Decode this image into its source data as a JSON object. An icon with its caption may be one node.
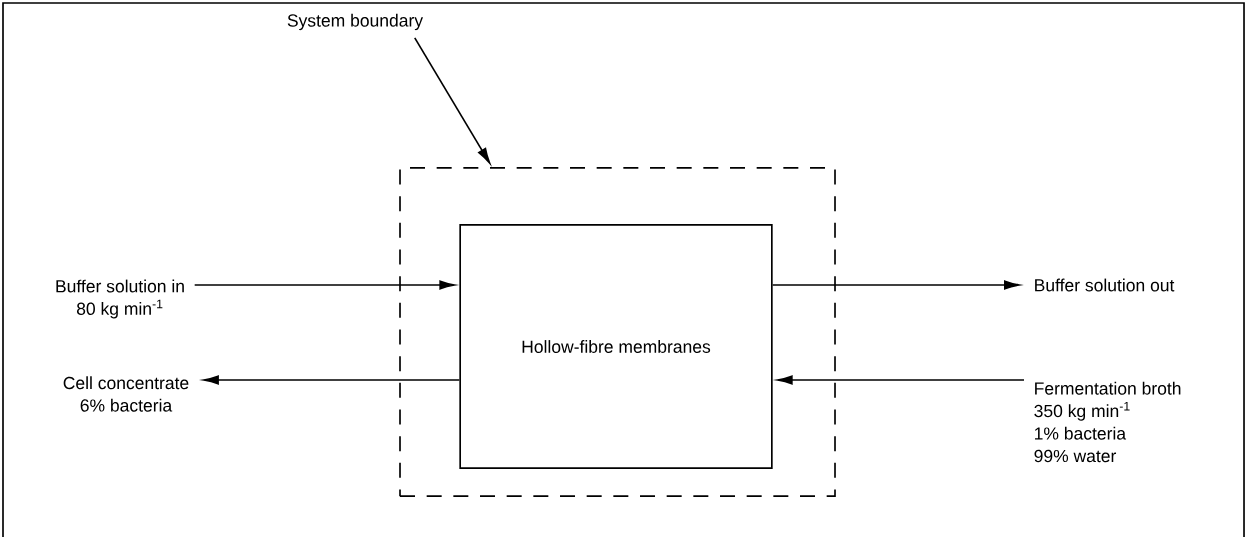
{
  "diagram": {
    "nodes": [
      {
        "text": [
          "System boundary"
        ]
      },
      {
        "text": [],
        "shape": "box"
      },
      {
        "text": [
          "Hollow-fibre membranes"
        ],
        "in": 1
      },
      {
        "text": [
          "Buffer solution in",
          "80 kg min$^{-1}$"
        ]
      },
      {
        "text": [
          "Buffer solution out"
        ]
      },
      {
        "text": [
          "Cell concentrate",
          "6% bacteria"
        ]
      },
      {
        "text": [
          "Fermentation broth",
          "350 kg min$^{-1}$",
          "1% bacteria",
          "99% water"
        ]
      }
    ],
    "edges": [
      {
        "from": 0,
        "to": 1,
        "arrow": "to"
      },
      {
        "from": 3,
        "to": 2,
        "arrow": "to"
      },
      {
        "from": 2,
        "to": 4,
        "arrow": "to"
      },
      {
        "from": 2,
        "to": 5,
        "arrow": "to"
      },
      {
        "from": 6,
        "to": 2,
        "arrow": "to"
      }
    ]
  }
}
